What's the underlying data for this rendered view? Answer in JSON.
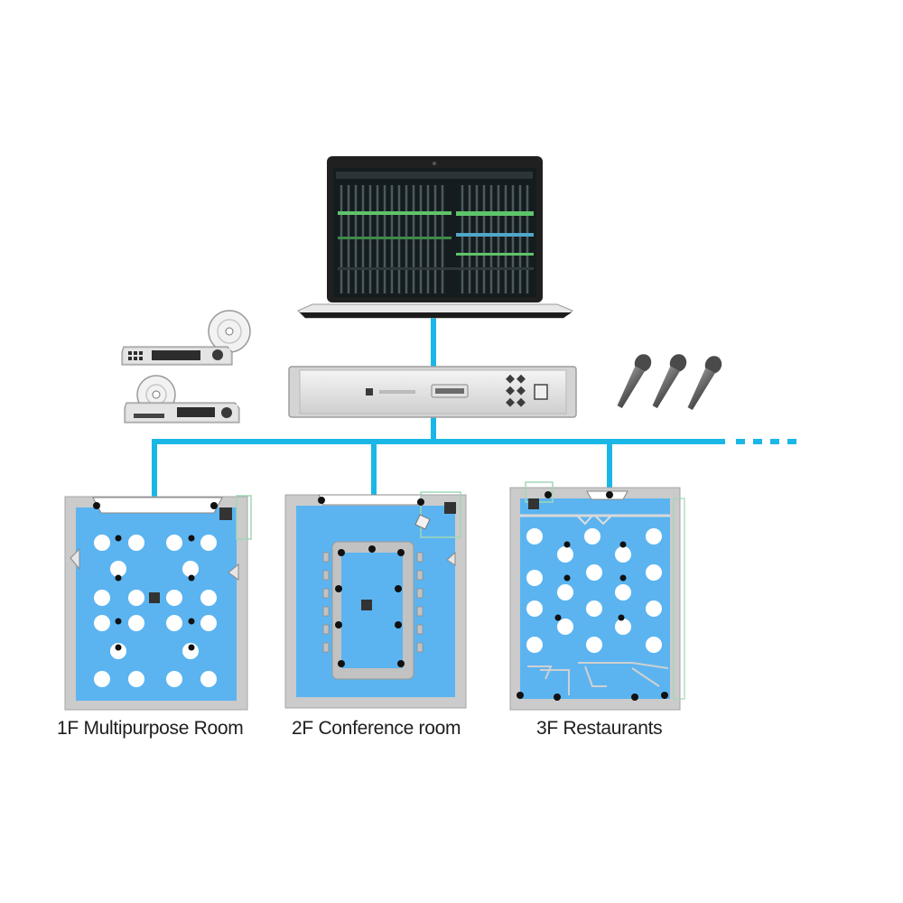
{
  "rooms": [
    {
      "label": "1F Multipurpose Room"
    },
    {
      "label": "2F Conference room"
    },
    {
      "label": "3F Restaurants"
    }
  ],
  "devices": {
    "laptop": "laptop-icon",
    "processor": "dsp-rack-unit-icon",
    "players": [
      "media-player-icon",
      "media-player-icon"
    ],
    "microphones": [
      "microphone-icon",
      "microphone-icon",
      "microphone-icon"
    ]
  },
  "colors": {
    "network_line": "#1ab7e6",
    "room_floor": "#5bb4f0",
    "room_frame": "#c9c9c9",
    "speaker": "#ffffff",
    "mic_dot": "#111111"
  }
}
